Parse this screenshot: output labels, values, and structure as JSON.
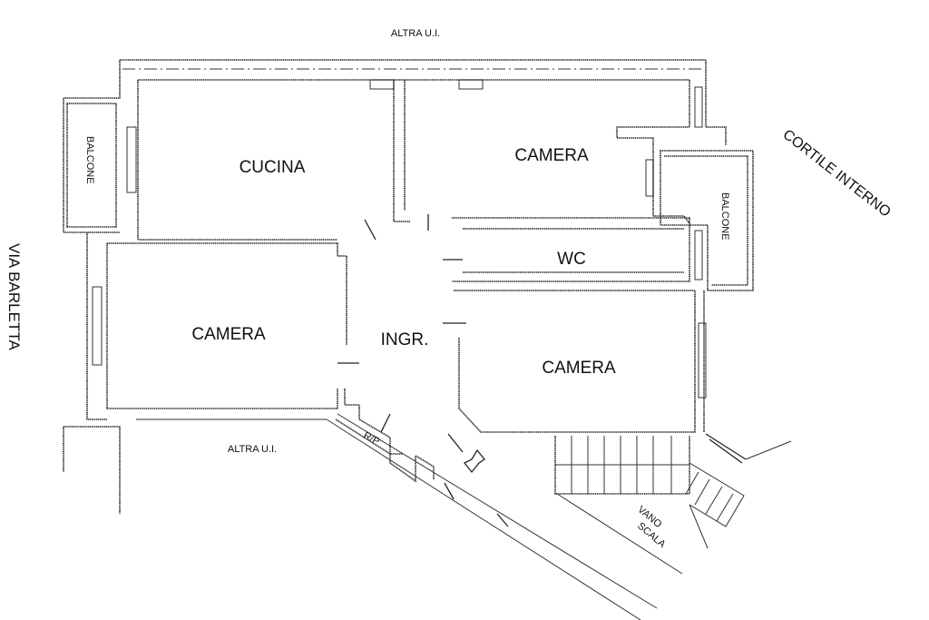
{
  "rooms": {
    "cucina": "CUCINA",
    "camera_top": "CAMERA",
    "camera_left": "CAMERA",
    "camera_bottom": "CAMERA",
    "wc": "WC",
    "ingresso": "INGR."
  },
  "balconies": {
    "left": "BALCONE",
    "right": "BALCONE"
  },
  "neighbors": {
    "top": "ALTRA U.I.",
    "bottom": "ALTRA U.I."
  },
  "labels": {
    "street": "VIA BARLETTA",
    "courtyard": "CORTILE INTERNO",
    "stair_line1": "VANO",
    "stair_line2": "SCALA",
    "rp": "R/P"
  }
}
